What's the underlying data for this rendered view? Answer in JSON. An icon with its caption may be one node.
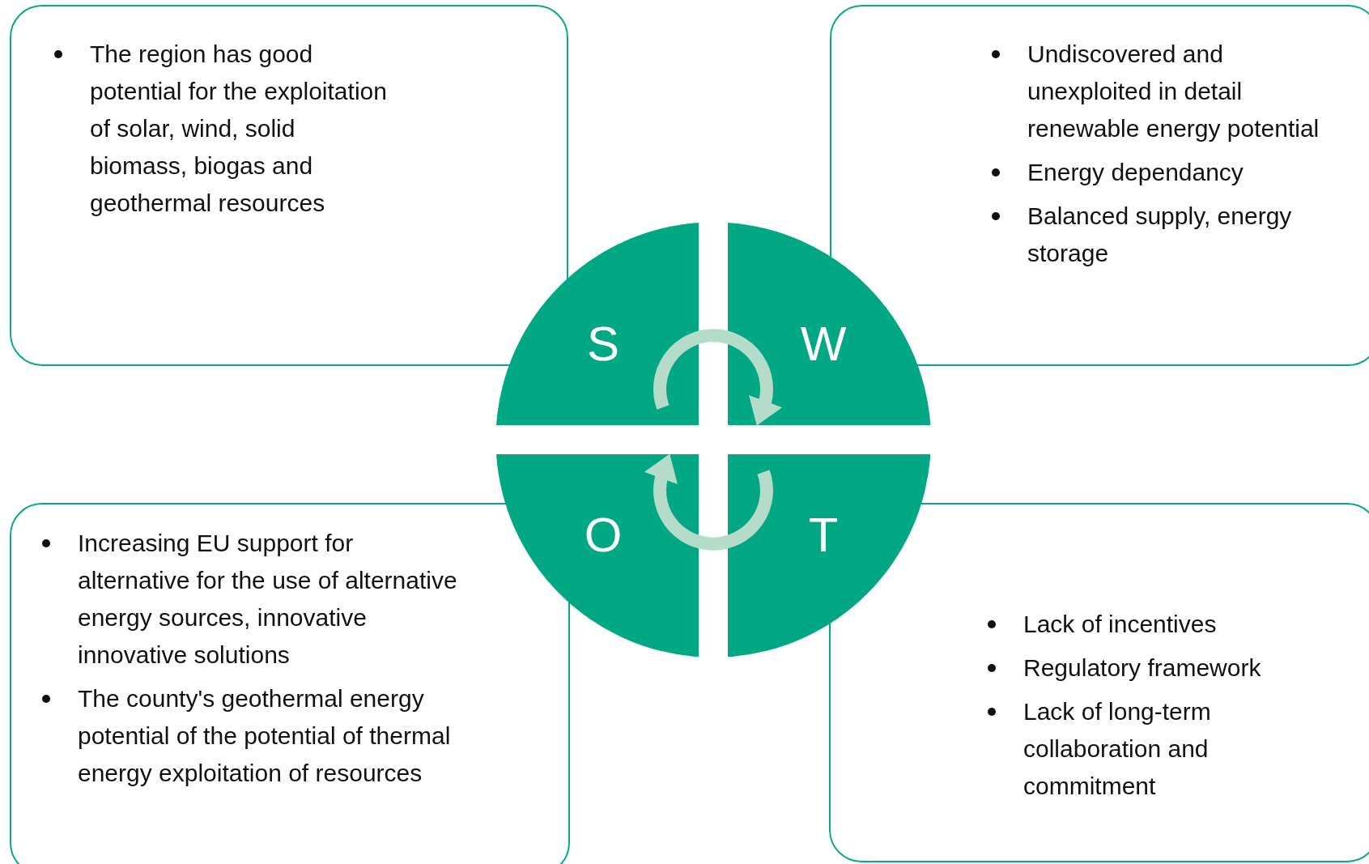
{
  "diagram": {
    "nodes": [
      {
        "text": [
          "The region has good potential for the exploitation of solar, wind, solid biomass, biogas and geothermal resources"
        ]
      },
      {
        "text": [
          "Undiscovered and unexploited in detail renewable energy potential",
          "Energy dependancy",
          "Balanced supply, energy storage"
        ]
      },
      {
        "text": [
          "S"
        ]
      },
      {
        "text": [
          "W"
        ]
      },
      {
        "text": [
          "O"
        ]
      },
      {
        "text": [
          "T"
        ]
      },
      {
        "text": [
          "Increasing EU support for alternative for the use of alternative energy sources, innovative innovative solutions",
          "The county's geothermal energy potential of the potential of thermal energy exploitation of resources"
        ]
      },
      {
        "text": [
          "Lack of incentives",
          "Regulatory framework",
          "Lack of long-term collaboration and commitment"
        ]
      }
    ],
    "edges": [
      {
        "from": 2,
        "to": 3,
        "arrow": "to"
      },
      {
        "from": 5,
        "to": 4,
        "arrow": "to"
      }
    ]
  }
}
